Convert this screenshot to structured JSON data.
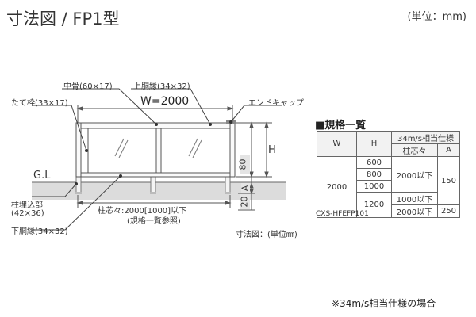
{
  "title": "寸法図 / FP1型",
  "unit_main": "(単位：mm)",
  "labels": {
    "naka_hone": "中骨(60×17)",
    "kami_dobuchi": "上胴縁(34×32)",
    "tatewaku": "たて枠(33×17)",
    "end_cap": "エンドキャップ",
    "width": "W=2000",
    "gl": "G.L",
    "h": "H",
    "dim_80": "80",
    "dim_20": "20",
    "dim_a": "A",
    "pillar_embed_1": "柱埋込部",
    "pillar_embed_2": "(42×36)",
    "pillar_pitch": "柱芯々:2000[1000]以下",
    "pillar_ref": "(規格一覧参照)",
    "shita_dobuchi": "下胴縁(34×32)",
    "unit_dimfig": "寸法図：(単位㎜)"
  },
  "spec": {
    "heading": "■規格一覧",
    "col_w": "W",
    "col_h": "H",
    "col_group": "34m/s相当仕様",
    "col_pitch": "柱芯々",
    "col_a": "A",
    "w_value": "2000",
    "h_values": [
      "600",
      "800",
      "1000",
      "1200"
    ],
    "pitch_values": [
      "2000以下",
      "1000以下",
      "2000以下"
    ],
    "a_values": [
      "150",
      "250"
    ],
    "code": "CXS-HFEFP101"
  },
  "footnote": "※34m/s相当仕様の場合"
}
